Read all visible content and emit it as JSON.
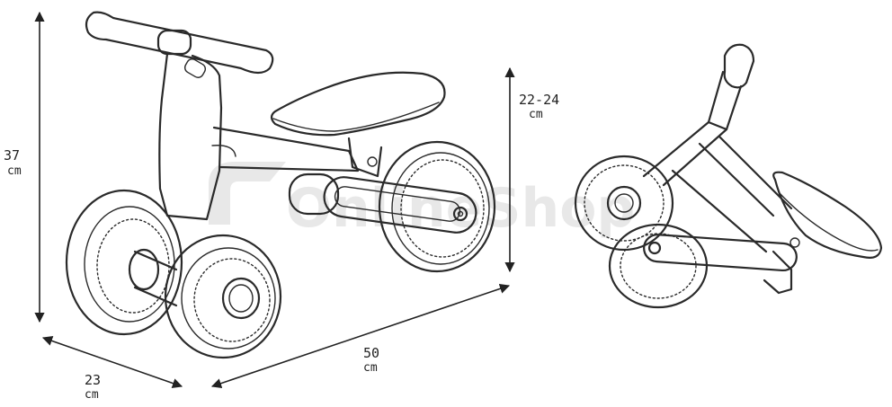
{
  "dimensions": {
    "height": {
      "value": "37",
      "unit": "cm"
    },
    "seat_height": {
      "value": "22-24",
      "unit": "cm"
    },
    "width": {
      "value": "23",
      "unit": "cm"
    },
    "length": {
      "value": "50",
      "unit": "cm"
    }
  },
  "watermark": {
    "text": "OnlineShop"
  },
  "colors": {
    "line": "#2a2a2a",
    "watermark": "#d6d6d6",
    "background": "#ffffff"
  }
}
